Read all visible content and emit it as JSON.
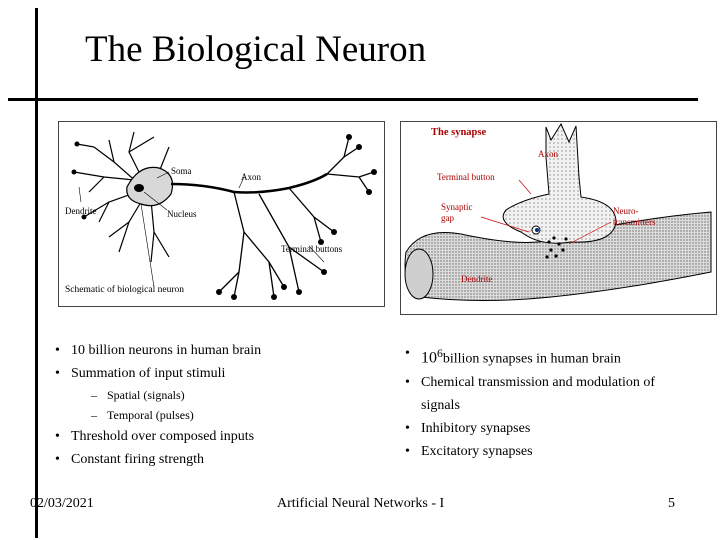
{
  "slide": {
    "title": "The Biological Neuron",
    "left_figure": {
      "labels": {
        "soma": "Soma",
        "axon": "Axon",
        "dendrite": "Dendrite",
        "nucleus": "Nucleus",
        "terminal": "Terminal buttons",
        "caption": "Schematic of biological neuron"
      }
    },
    "right_figure": {
      "labels": {
        "title": "The synapse",
        "axon": "Axon",
        "terminal": "Terminal button",
        "gap1": "Synaptic",
        "gap2": "gap",
        "neuro1": "Neuro-",
        "neuro2": "transmitters",
        "dendrite": "Dendrite"
      }
    },
    "left_bullets": {
      "b1": "10 billion neurons in human brain",
      "b2": "Summation of input stimuli",
      "sub1": "Spatial (signals)",
      "sub2": "Temporal (pulses)",
      "b3": "Threshold over composed inputs",
      "b4": "Constant firing strength"
    },
    "right_bullets": {
      "b1_base": "10",
      "b1_exp": "6",
      "b1_text": "billion synapses in human brain",
      "b2a": "Chemical transmission and modulation of",
      "b2b": "signals",
      "b3": "Inhibitory synapses",
      "b4": "Excitatory synapses"
    },
    "footer": {
      "date": "02/03/2021",
      "center": "Artificial Neural Networks - I",
      "page": "5"
    }
  }
}
